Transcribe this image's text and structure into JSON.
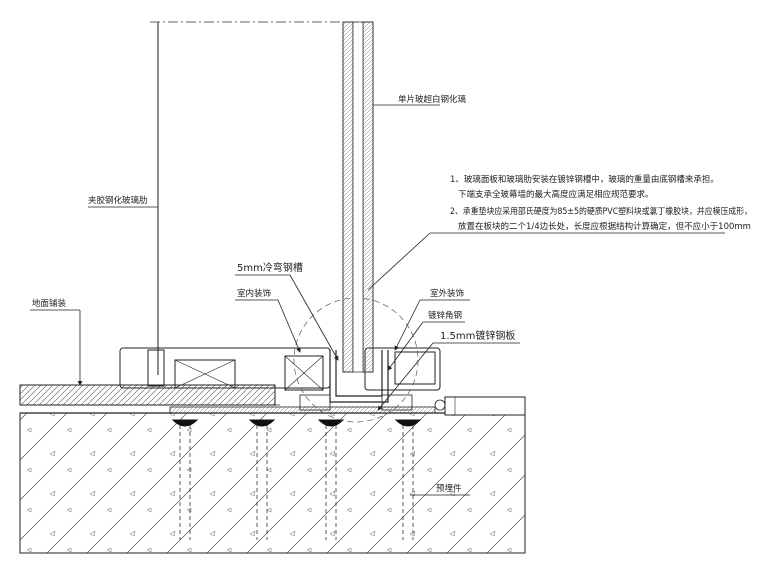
{
  "labels": {
    "glass_single": "单片玻超白钢化璃",
    "glass_fin": "夹胶钢化玻璃肋",
    "floor_finish": "地面铺装",
    "channel_5mm": "5mm冷弯钢槽",
    "indoor_finish": "室内装饰",
    "outdoor_finish": "室外装饰",
    "galv_angle": "镀锌角钢",
    "galv_plate": "1.5mm镀锌钢板",
    "embedded_part": "预埋件"
  },
  "notes": [
    "1、玻璃面板和玻璃肋安装在镀锌钢槽中，玻璃的重量由底钢槽来承担。",
    "下端支承全玻幕墙的最大高度应满足相应规范要求。",
    "2、承重垫块应采用邵氏硬度为85±5的硬质PVC塑料块或氯丁橡胶块，并应模压成形，",
    "放置在板块的二个1/4边长处，长度应根据结构计算确定，但不应小于100mm"
  ],
  "colors": {
    "line": "#222222",
    "hatch": "#444444"
  }
}
